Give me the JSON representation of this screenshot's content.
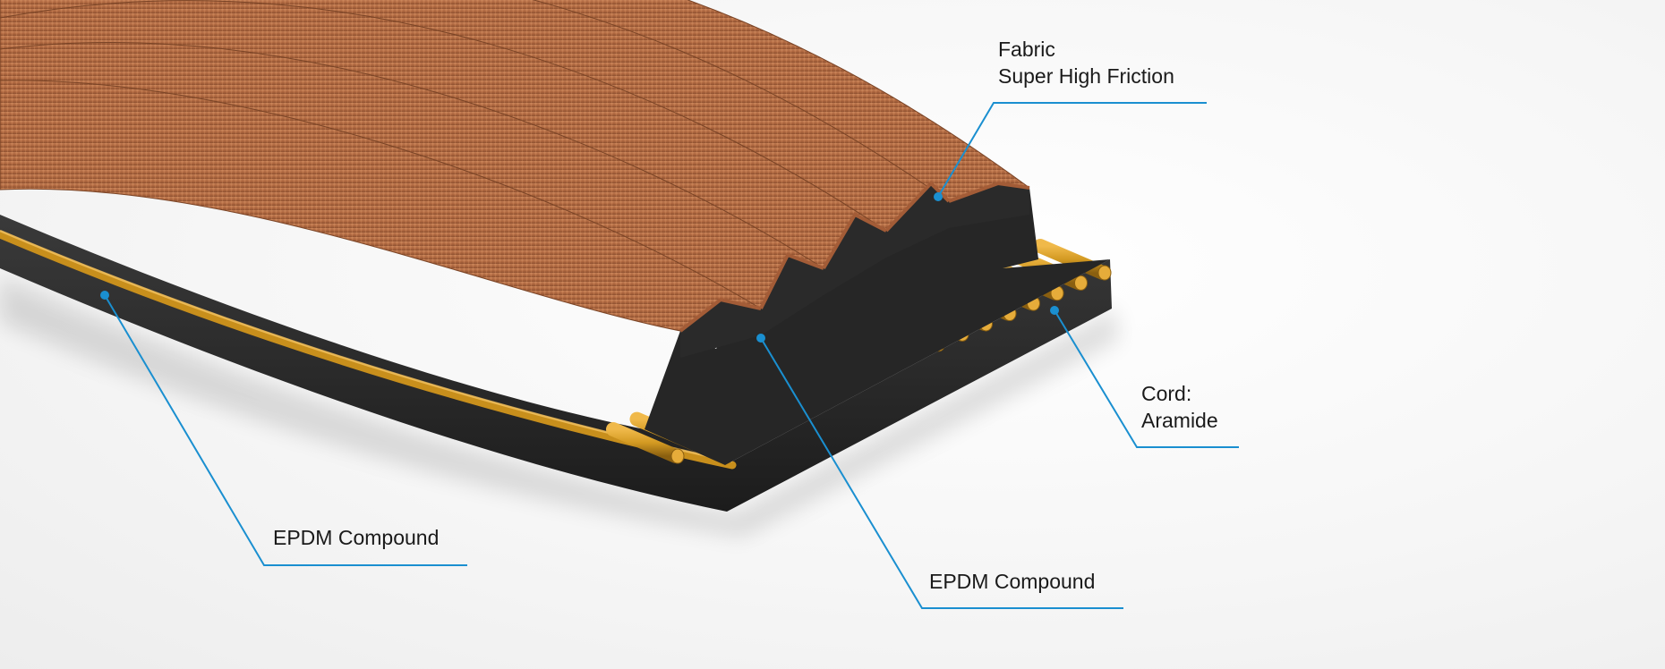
{
  "callouts": {
    "fabric": {
      "line1": "Fabric",
      "line2": "Super High Friction"
    },
    "cord": {
      "line1": "Cord:",
      "line2": "Aramide"
    },
    "epdm_left": {
      "text": "EPDM Compound"
    },
    "epdm_right": {
      "text": "EPDM Compound"
    }
  },
  "colors": {
    "leader": "#1a8fd0",
    "fabric": "#b9734c",
    "fabric_dark": "#7e4629",
    "rubber": "#2b2b2b",
    "cord": "#d39a22"
  }
}
